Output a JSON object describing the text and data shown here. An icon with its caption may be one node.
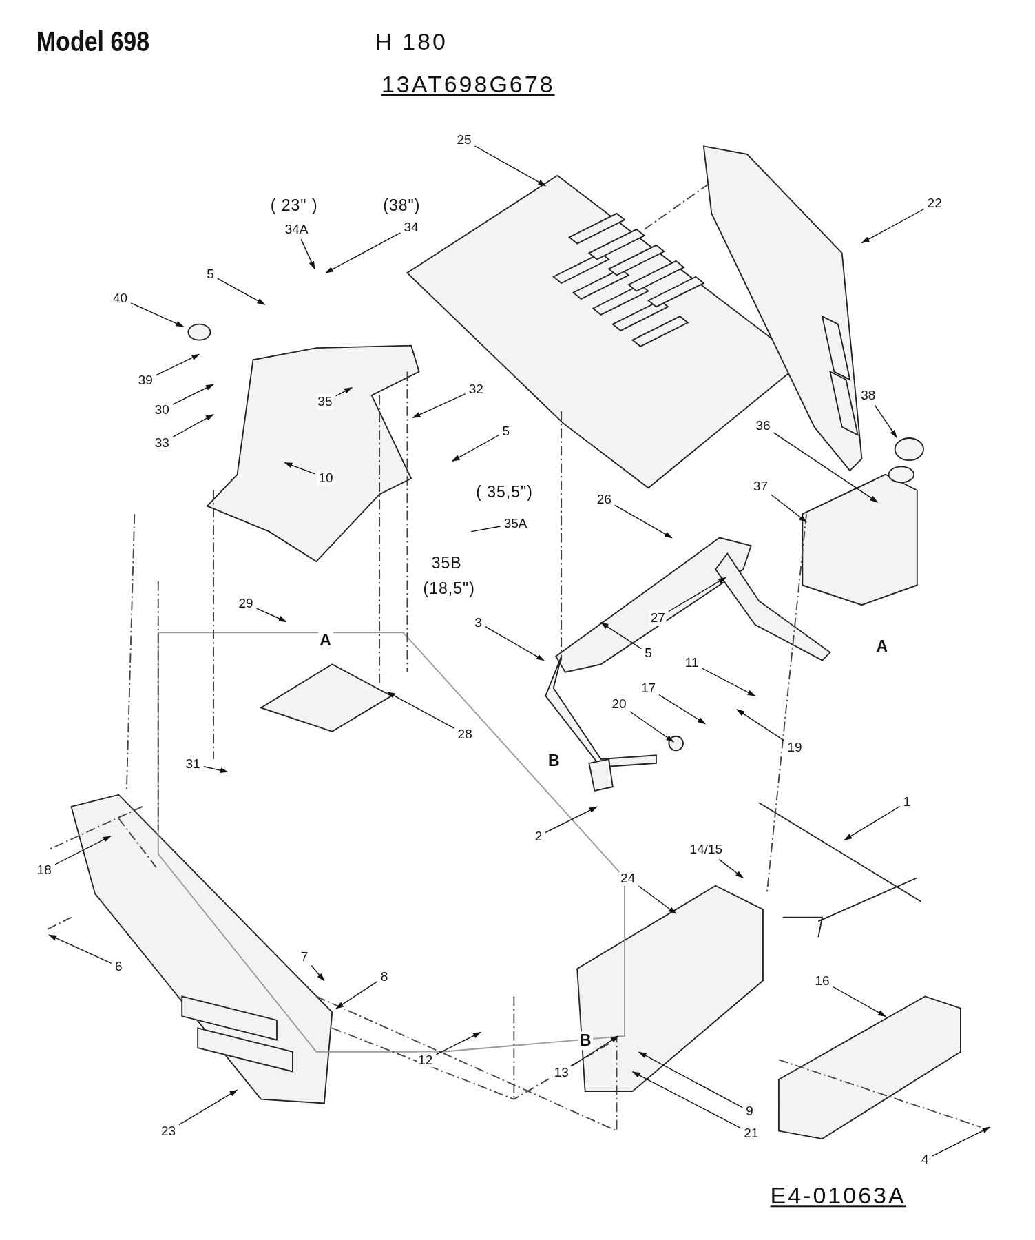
{
  "diagram": {
    "title": "Model 698",
    "nodes": [
      {
        "text": [
          "25"
        ]
      },
      {
        "text": [
          "22"
        ]
      },
      {
        "text": [
          "34A"
        ]
      },
      {
        "text": [
          "34"
        ]
      },
      {
        "text": [
          "5"
        ]
      },
      {
        "text": [
          "40"
        ]
      },
      {
        "text": [
          "39"
        ]
      },
      {
        "text": [
          "32"
        ]
      },
      {
        "text": [
          "38"
        ]
      },
      {
        "text": [
          "35"
        ]
      },
      {
        "text": [
          "30"
        ]
      },
      {
        "text": [
          "36"
        ]
      },
      {
        "text": [
          "5"
        ]
      },
      {
        "text": [
          "33"
        ]
      },
      {
        "text": [
          "10"
        ]
      },
      {
        "text": [
          "37"
        ]
      },
      {
        "text": [
          "26"
        ]
      },
      {
        "text": [
          "35A"
        ]
      },
      {
        "text": [
          "29"
        ]
      },
      {
        "text": [
          "27"
        ]
      },
      {
        "text": [
          "3"
        ]
      },
      {
        "text": [
          "5"
        ]
      },
      {
        "text": [
          "11"
        ]
      },
      {
        "text": [
          "17"
        ]
      },
      {
        "text": [
          "20"
        ]
      },
      {
        "text": [
          "28"
        ]
      },
      {
        "text": [
          "19"
        ]
      },
      {
        "text": [
          "31"
        ]
      },
      {
        "text": [
          "1"
        ]
      },
      {
        "text": [
          "2"
        ]
      },
      {
        "text": [
          "14/15"
        ]
      },
      {
        "text": [
          "18"
        ]
      },
      {
        "text": [
          "24"
        ]
      },
      {
        "text": [
          "7"
        ]
      },
      {
        "text": [
          "6"
        ]
      },
      {
        "text": [
          "8"
        ]
      },
      {
        "text": [
          "16"
        ]
      },
      {
        "text": [
          "12"
        ]
      },
      {
        "text": [
          "13"
        ]
      },
      {
        "text": [
          "9"
        ]
      },
      {
        "text": [
          "23"
        ]
      },
      {
        "text": [
          "21"
        ]
      },
      {
        "text": [
          "4"
        ]
      }
    ],
    "edges": [
      {
        "from": 0,
        "to": null,
        "arrow": "to"
      },
      {
        "from": 1,
        "to": null,
        "arrow": "to"
      },
      {
        "from": 2,
        "to": null,
        "arrow": "to"
      },
      {
        "from": 3,
        "to": null,
        "arrow": "to"
      },
      {
        "from": 4,
        "to": null,
        "arrow": "to"
      },
      {
        "from": 5,
        "to": null,
        "arrow": "to"
      },
      {
        "from": 6,
        "to": null,
        "arrow": "to"
      },
      {
        "from": 7,
        "to": null,
        "arrow": "to"
      },
      {
        "from": 8,
        "to": null,
        "arrow": "to"
      },
      {
        "from": 9,
        "to": null,
        "arrow": "to"
      },
      {
        "from": 10,
        "to": null,
        "arrow": "to"
      },
      {
        "from": 11,
        "to": null,
        "arrow": "to"
      },
      {
        "from": 12,
        "to": null,
        "arrow": "to"
      },
      {
        "from": 13,
        "to": null,
        "arrow": "to"
      },
      {
        "from": 14,
        "to": null,
        "arrow": "to"
      },
      {
        "from": 15,
        "to": null,
        "arrow": "to"
      },
      {
        "from": 16,
        "to": null,
        "arrow": "to"
      },
      {
        "from": 17,
        "to": null,
        "arrow": "none"
      },
      {
        "from": 18,
        "to": null,
        "arrow": "to"
      },
      {
        "from": 19,
        "to": null,
        "arrow": "to"
      },
      {
        "from": 20,
        "to": null,
        "arrow": "to"
      },
      {
        "from": 21,
        "to": null,
        "arrow": "to"
      },
      {
        "from": 22,
        "to": null,
        "arrow": "to"
      },
      {
        "from": 23,
        "to": null,
        "arrow": "to"
      },
      {
        "from": 24,
        "to": null,
        "arrow": "to"
      },
      {
        "from": 25,
        "to": null,
        "arrow": "to"
      },
      {
        "from": 26,
        "to": null,
        "arrow": "to"
      },
      {
        "from": 27,
        "to": null,
        "arrow": "to"
      },
      {
        "from": 28,
        "to": null,
        "arrow": "to"
      },
      {
        "from": 29,
        "to": null,
        "arrow": "to"
      },
      {
        "from": 30,
        "to": null,
        "arrow": "to"
      },
      {
        "from": 31,
        "to": null,
        "arrow": "to"
      },
      {
        "from": 32,
        "to": null,
        "arrow": "to"
      },
      {
        "from": 33,
        "to": null,
        "arrow": "to"
      },
      {
        "from": 34,
        "to": null,
        "arrow": "to"
      },
      {
        "from": 35,
        "to": null,
        "arrow": "to"
      },
      {
        "from": 36,
        "to": null,
        "arrow": "to"
      },
      {
        "from": 37,
        "to": null,
        "arrow": "to"
      },
      {
        "from": 38,
        "to": null,
        "arrow": "to"
      },
      {
        "from": 39,
        "to": null,
        "arrow": "to"
      },
      {
        "from": 40,
        "to": null,
        "arrow": "to"
      },
      {
        "from": 41,
        "to": null,
        "arrow": "to"
      },
      {
        "from": 42,
        "to": null,
        "arrow": "to"
      }
    ],
    "labels": [
      "H 180",
      "13AT698G678",
      "( 23\" )",
      "(38\")",
      "( 35,5\")",
      "35B",
      "(18,5\")",
      "A",
      "A",
      "B",
      "B",
      "E4-01063A"
    ]
  }
}
